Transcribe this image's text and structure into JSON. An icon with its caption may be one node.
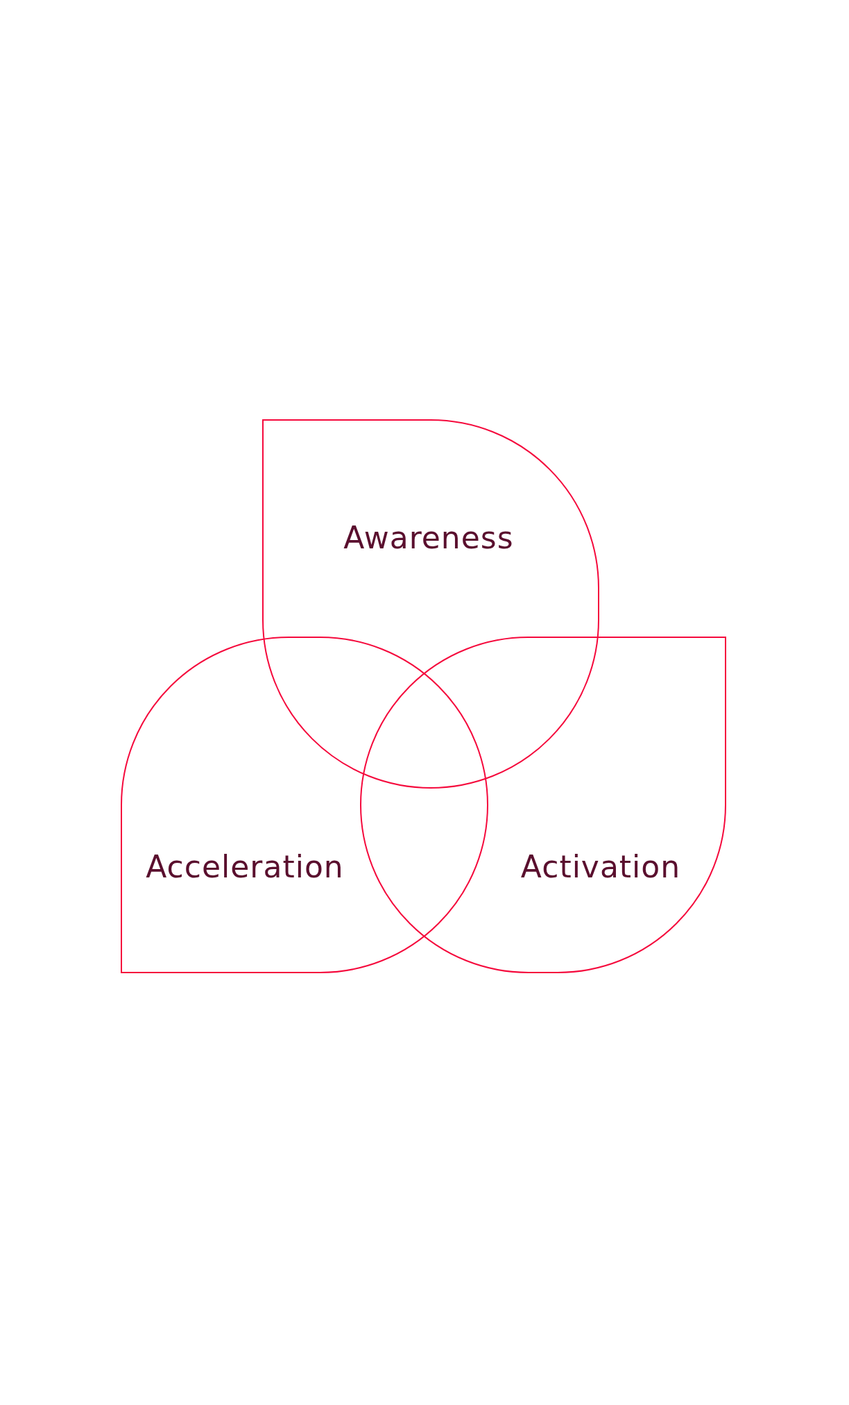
{
  "diagram": {
    "nodes": [
      {
        "text": [
          "Awareness"
        ]
      },
      {
        "text": [
          "Acceleration"
        ]
      },
      {
        "text": [
          "Activation"
        ]
      }
    ]
  }
}
